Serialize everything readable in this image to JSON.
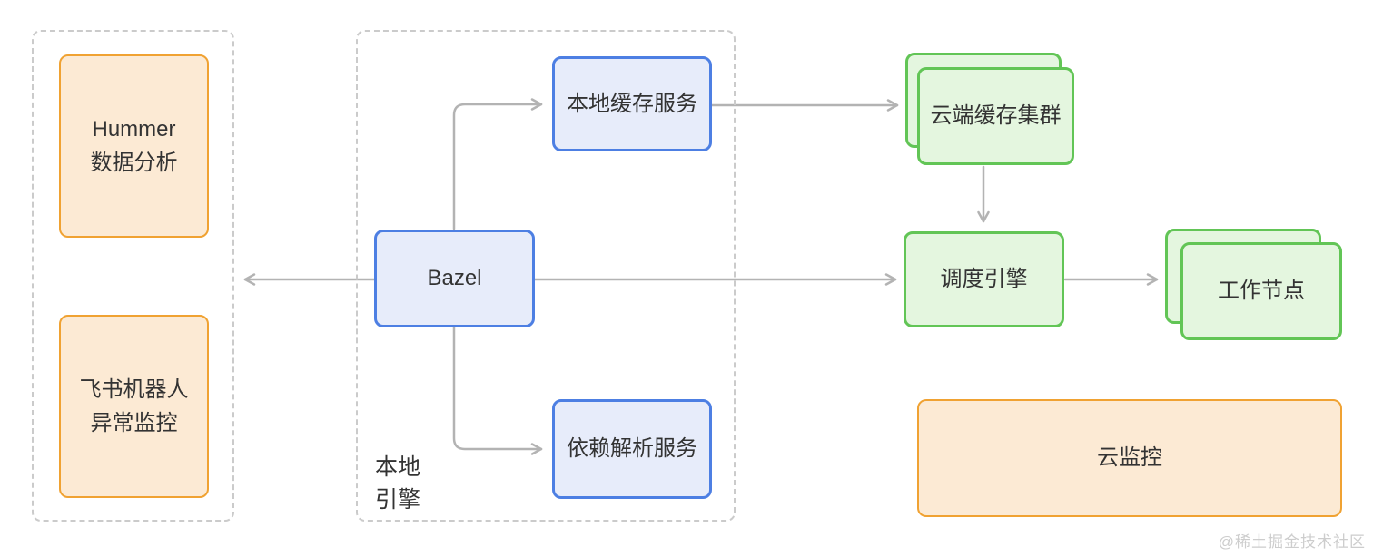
{
  "diagram": {
    "watermark": "@稀土掘金技术社区",
    "colors": {
      "orange_border": "#f0a232",
      "orange_fill": "#fcead4",
      "blue_border": "#4d7fe3",
      "blue_fill": "#e7ecfa",
      "green_border": "#62c556",
      "green_fill": "#e4f6df",
      "arrow": "#b3b3b3",
      "group_border": "#cbcbcb",
      "text": "#333333"
    },
    "monitor_group": {
      "nodes": [
        {
          "line1": "Hummer",
          "line2": "数据分析"
        },
        {
          "line1": "飞书机器人",
          "line2": "异常监控"
        }
      ]
    },
    "engine_group": {
      "label": {
        "line1": "本地",
        "line2": "引擎"
      },
      "local_cache": "本地缓存服务",
      "bazel": "Bazel",
      "dep_resolver": "依赖解析服务"
    },
    "cloud": {
      "cache_cluster": "云端缓存集群",
      "scheduler": "调度引擎",
      "worker": "工作节点",
      "monitor": "云监控"
    }
  }
}
